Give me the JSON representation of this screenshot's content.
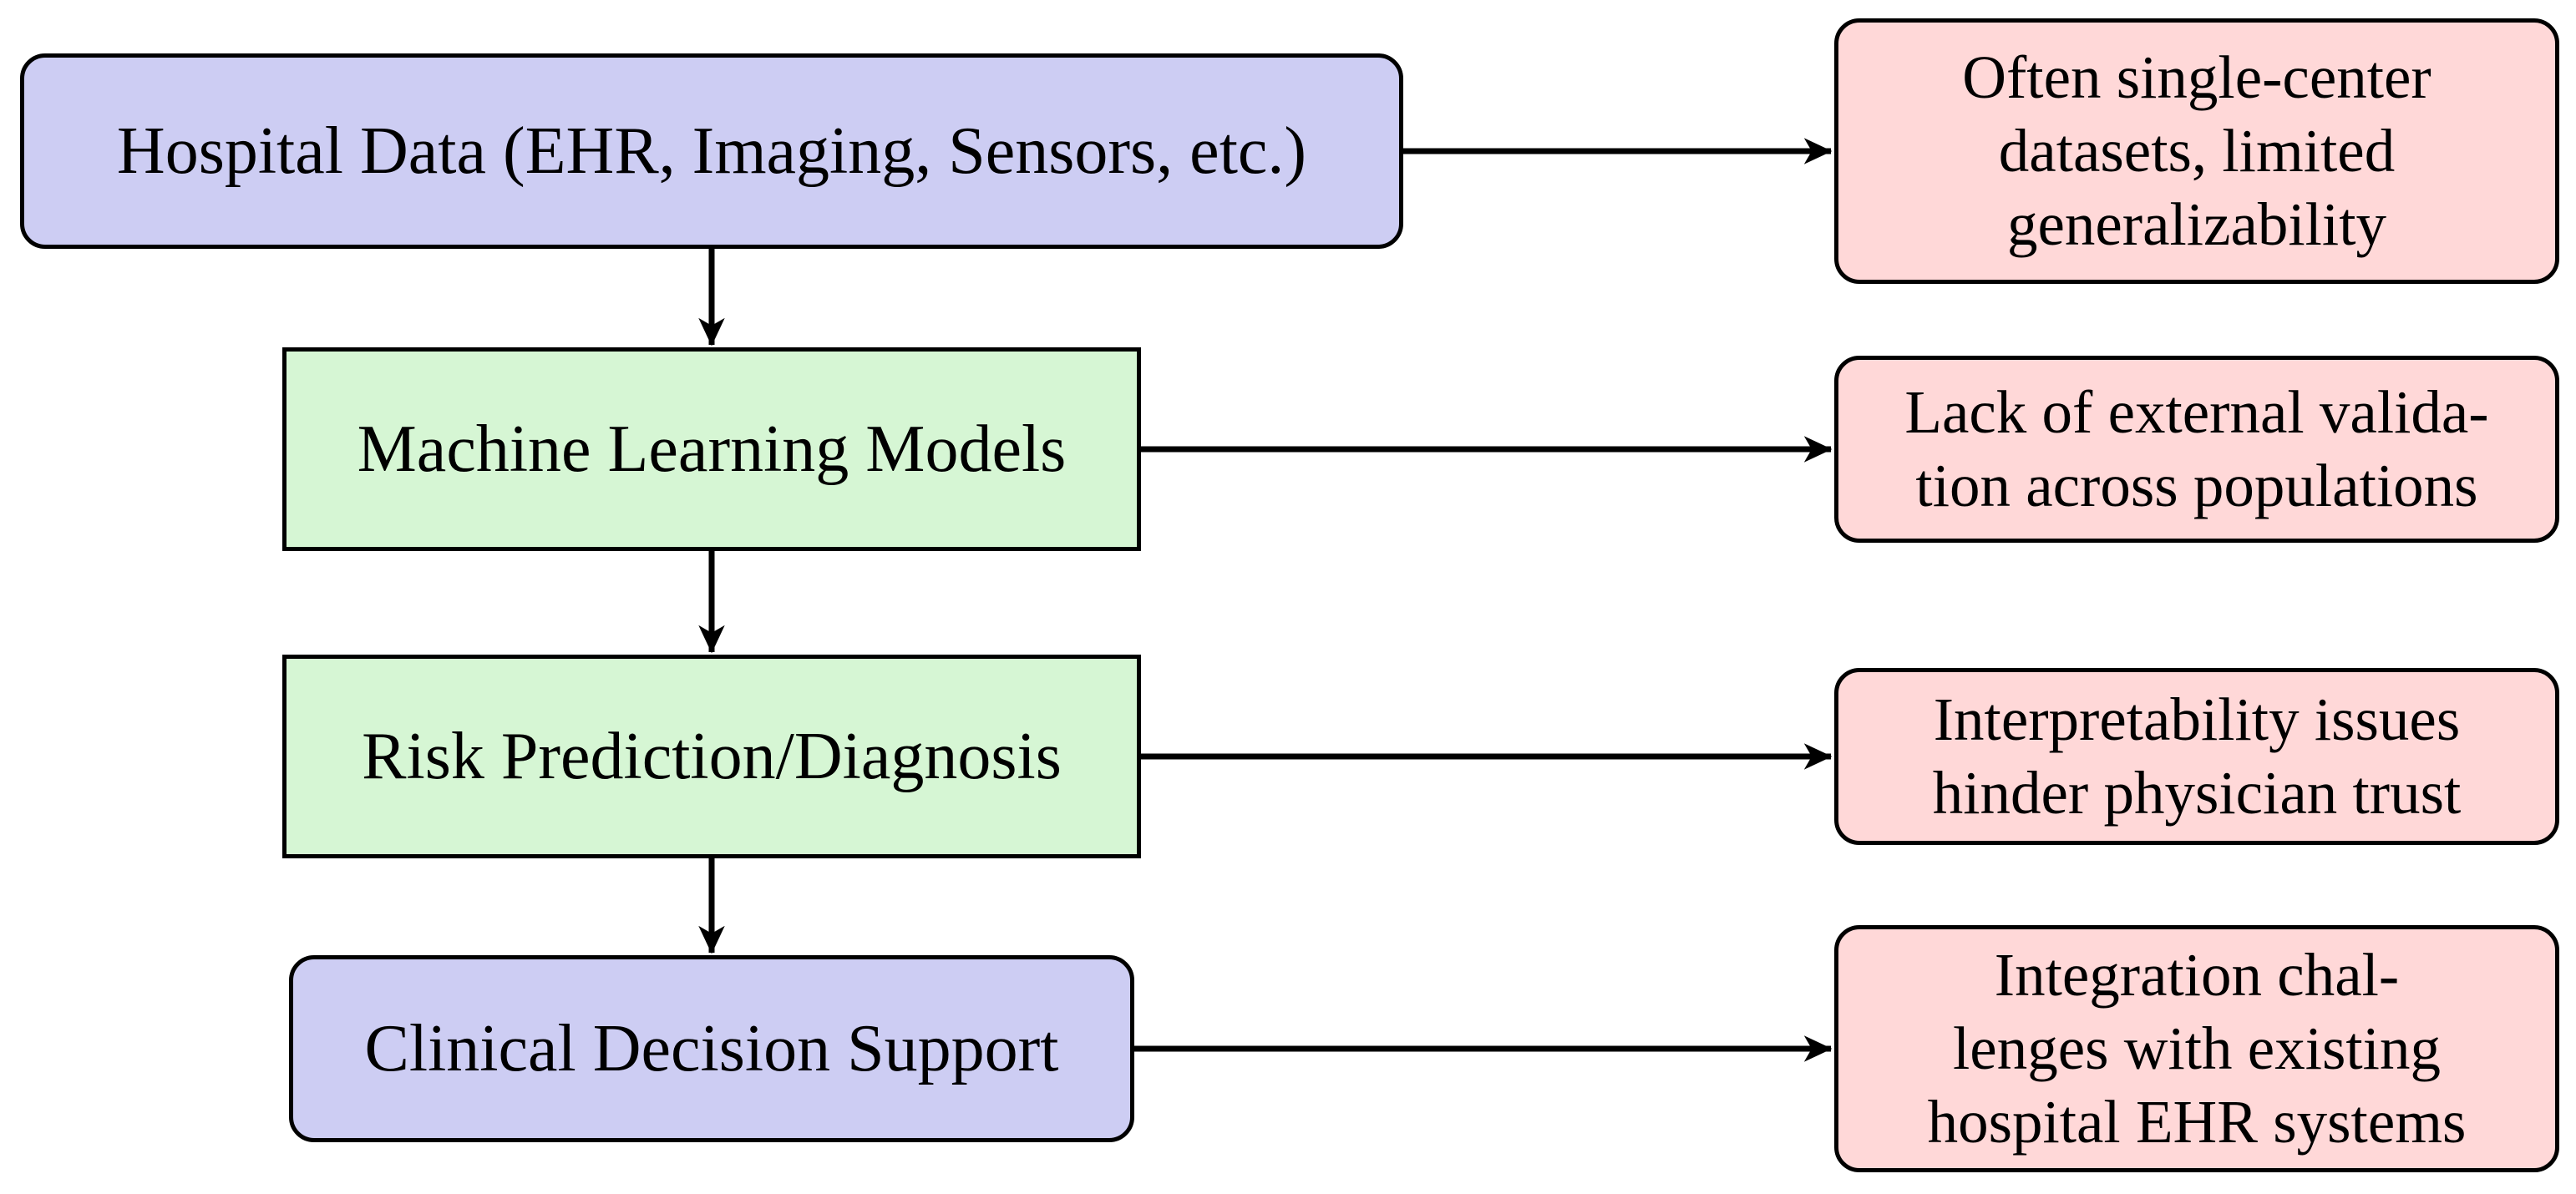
{
  "diagram": {
    "palette": {
      "node_blue": "#cdcdf3",
      "node_green": "#d6f6d4",
      "challenge_pink": "#ffd8d8",
      "line_black": "#000000",
      "background": "#ffffff"
    },
    "nodes": [
      {
        "id": "hospital-data",
        "label": "Hospital Data (EHR, Imaging, Sensors, etc.)",
        "shape": "rounded",
        "fill": "node_blue"
      },
      {
        "id": "ml-models",
        "label": "Machine Learning Models",
        "shape": "rect",
        "fill": "node_green"
      },
      {
        "id": "risk-prediction-diagnosis",
        "label": "Risk Prediction/Diagnosis",
        "shape": "rect",
        "fill": "node_green"
      },
      {
        "id": "clinical-decision-support",
        "label": "Clinical Decision Support",
        "shape": "rounded",
        "fill": "node_blue"
      }
    ],
    "challenges": [
      {
        "id": "challenge-generalizability",
        "for": "hospital-data",
        "text": "Often single-center\ndatasets, limited\ngeneralizability"
      },
      {
        "id": "challenge-validation",
        "for": "ml-models",
        "text": "Lack of external valida-\ntion across populations"
      },
      {
        "id": "challenge-interpretability",
        "for": "risk-prediction-diagnosis",
        "text": "Interpretability issues\nhinder physician trust"
      },
      {
        "id": "challenge-integration",
        "for": "clinical-decision-support",
        "text": "Integration chal-\nlenges with existing\nhospital EHR systems"
      }
    ],
    "edges": [
      {
        "from": "hospital-data",
        "to": "ml-models",
        "type": "flow"
      },
      {
        "from": "ml-models",
        "to": "risk-prediction-diagnosis",
        "type": "flow"
      },
      {
        "from": "risk-prediction-diagnosis",
        "to": "clinical-decision-support",
        "type": "flow"
      },
      {
        "from": "hospital-data",
        "to": "challenge-generalizability",
        "type": "challenge"
      },
      {
        "from": "ml-models",
        "to": "challenge-validation",
        "type": "challenge"
      },
      {
        "from": "risk-prediction-diagnosis",
        "to": "challenge-interpretability",
        "type": "challenge"
      },
      {
        "from": "clinical-decision-support",
        "to": "challenge-integration",
        "type": "challenge"
      }
    ]
  }
}
